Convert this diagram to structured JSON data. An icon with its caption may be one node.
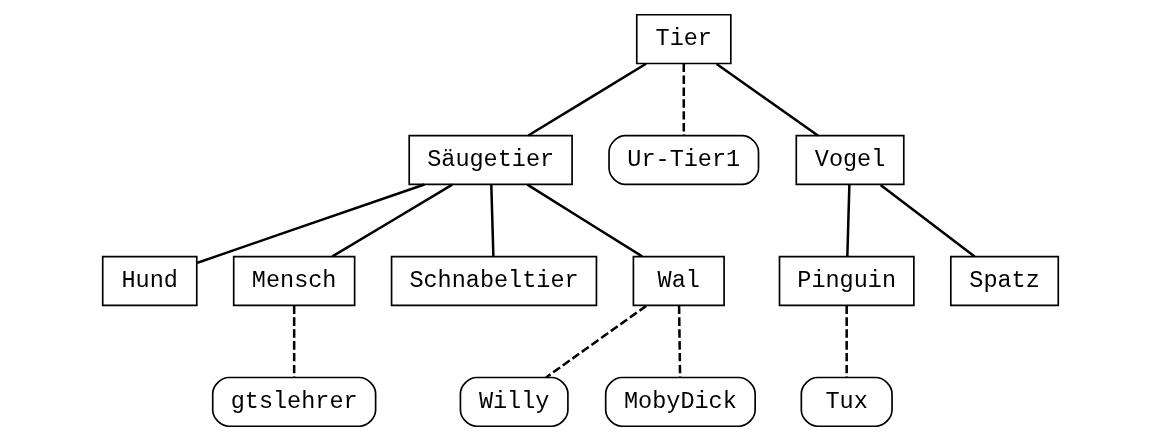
{
  "diagram": {
    "nodes": [
      {
        "text": [
          "Tier"
        ]
      },
      {
        "text": [
          "Säugetier"
        ]
      },
      {
        "text": [
          "Ur-Tier1"
        ]
      },
      {
        "text": [
          "Vogel"
        ]
      },
      {
        "text": [
          "Hund"
        ]
      },
      {
        "text": [
          "Mensch"
        ]
      },
      {
        "text": [
          "Schnabeltier"
        ]
      },
      {
        "text": [
          "Wal"
        ]
      },
      {
        "text": [
          "Pinguin"
        ]
      },
      {
        "text": [
          "Spatz"
        ]
      },
      {
        "text": [
          "gtslehrer"
        ]
      },
      {
        "text": [
          "Willy"
        ]
      },
      {
        "text": [
          "MobyDick"
        ]
      },
      {
        "text": [
          "Tux"
        ]
      }
    ],
    "edges": [
      {
        "from": 0,
        "to": 1,
        "arrow": "none"
      },
      {
        "from": 0,
        "to": 2,
        "arrow": "none",
        "style": "dashed"
      },
      {
        "from": 0,
        "to": 3,
        "arrow": "none"
      },
      {
        "from": 1,
        "to": 4,
        "arrow": "none"
      },
      {
        "from": 1,
        "to": 5,
        "arrow": "none"
      },
      {
        "from": 1,
        "to": 6,
        "arrow": "none"
      },
      {
        "from": 1,
        "to": 7,
        "arrow": "none"
      },
      {
        "from": 3,
        "to": 8,
        "arrow": "none"
      },
      {
        "from": 3,
        "to": 9,
        "arrow": "none"
      },
      {
        "from": 5,
        "to": 10,
        "arrow": "none",
        "style": "dashed"
      },
      {
        "from": 7,
        "to": 11,
        "arrow": "none",
        "style": "dashed"
      },
      {
        "from": 7,
        "to": 12,
        "arrow": "none",
        "style": "dashed"
      },
      {
        "from": 8,
        "to": 13,
        "arrow": "none",
        "style": "dashed"
      }
    ]
  }
}
